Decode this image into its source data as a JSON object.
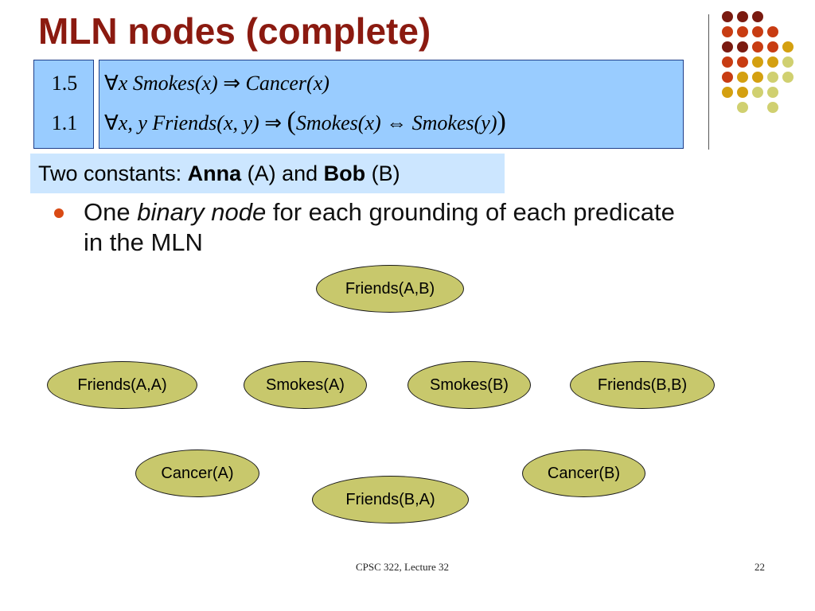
{
  "slide": {
    "title": "MLN nodes (complete)",
    "weights": [
      "1.5",
      "1.1"
    ],
    "formula1": {
      "quant": "∀",
      "var": "x",
      "pred1": "Smokes",
      "args1": "(x)",
      "implies": "⇒",
      "pred2": "Cancer",
      "args2": "(x)"
    },
    "formula2": {
      "quant": "∀",
      "vars": "x, y",
      "pred1": "Friends",
      "args1": "(x, y)",
      "implies": "⇒",
      "open": "(",
      "pred2": "Smokes",
      "args2": "(x)",
      "iff": "⇔",
      "pred3": "Smokes",
      "args3": "(y)",
      "close": ")"
    },
    "constants": {
      "prefix": "Two constants: ",
      "name1": "Anna",
      "abbr1": " (A) and ",
      "name2": "Bob",
      "abbr2": " (B)"
    },
    "bullet": {
      "pre": "One ",
      "em": "binary node",
      "post": " for each grounding of each predicate in the MLN"
    },
    "nodes": {
      "friends_ab": "Friends(A,B)",
      "friends_aa": "Friends(A,A)",
      "smokes_a": "Smokes(A)",
      "smokes_b": "Smokes(B)",
      "friends_bb": "Friends(B,B)",
      "cancer_a": "Cancer(A)",
      "cancer_b": "Cancer(B)",
      "friends_ba": "Friends(B,A)"
    },
    "footer": {
      "course": "CPSC 322, Lecture 32",
      "page": "22"
    }
  },
  "colors": {
    "title": "#8b1a10",
    "box": "#99ccff",
    "constants_bg": "#cce6ff",
    "node_fill": "#c8c86c",
    "bullet": "#d94a14"
  },
  "decoration": {
    "dot_colors": [
      "#7a1a10",
      "#c83c12",
      "#d4a010",
      "#d0d070"
    ]
  }
}
